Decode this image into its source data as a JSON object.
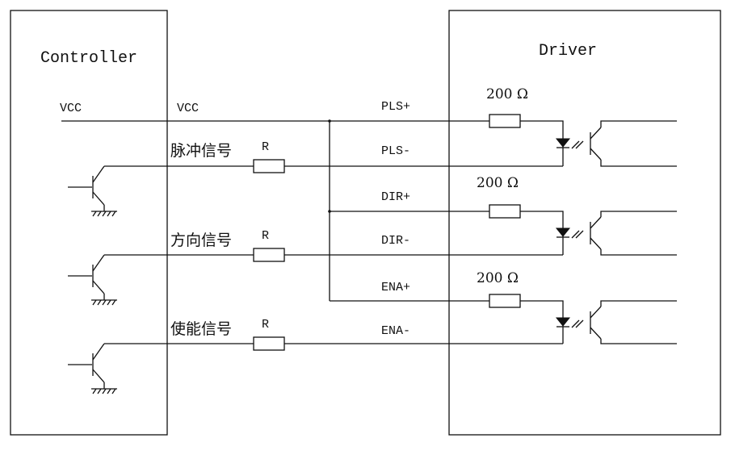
{
  "controller": {
    "title": "Controller",
    "vcc_left": "VCC",
    "vcc_right": "VCC",
    "signals": [
      {
        "label": "脉冲信号",
        "resistor": "R"
      },
      {
        "label": "方向信号",
        "resistor": "R"
      },
      {
        "label": "使能信号",
        "resistor": "R"
      }
    ]
  },
  "driver": {
    "title": "Driver",
    "resistors": [
      "200 Ω",
      "200 Ω",
      "200 Ω"
    ]
  },
  "pins": [
    "PLS+",
    "PLS-",
    "DIR+",
    "DIR-",
    "ENA+",
    "ENA-"
  ]
}
